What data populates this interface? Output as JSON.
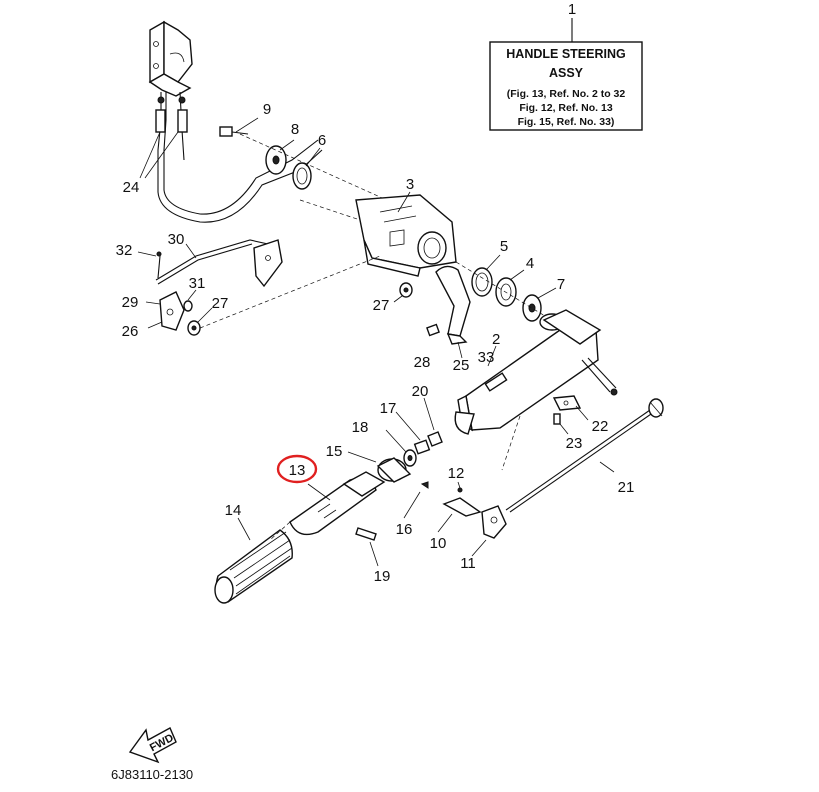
{
  "title_box": {
    "ref": "1",
    "line1": "HANDLE STEERING",
    "line2": "ASSY",
    "fig1": "(Fig. 13, Ref. No. 2 to 32",
    "fig2": "Fig. 12, Ref. No. 13",
    "fig3": "Fig. 15, Ref. No. 33)"
  },
  "labels": {
    "p2": "2",
    "p3": "3",
    "p4": "4",
    "p5": "5",
    "p6": "6",
    "p7": "7",
    "p8": "8",
    "p9": "9",
    "p10": "10",
    "p11": "11",
    "p12": "12",
    "p13": "13",
    "p14": "14",
    "p15": "15",
    "p16": "16",
    "p17": "17",
    "p18": "18",
    "p19": "19",
    "p20": "20",
    "p21": "21",
    "p22": "22",
    "p23": "23",
    "p24": "24",
    "p25": "25",
    "p26": "26",
    "p27a": "27",
    "p27b": "27",
    "p28": "28",
    "p29": "29",
    "p30": "30",
    "p31": "31",
    "p32": "32",
    "p33": "33"
  },
  "fwd_label": "FWD",
  "footer_code": "6J83110-2130",
  "highlight_color": "#e02020"
}
